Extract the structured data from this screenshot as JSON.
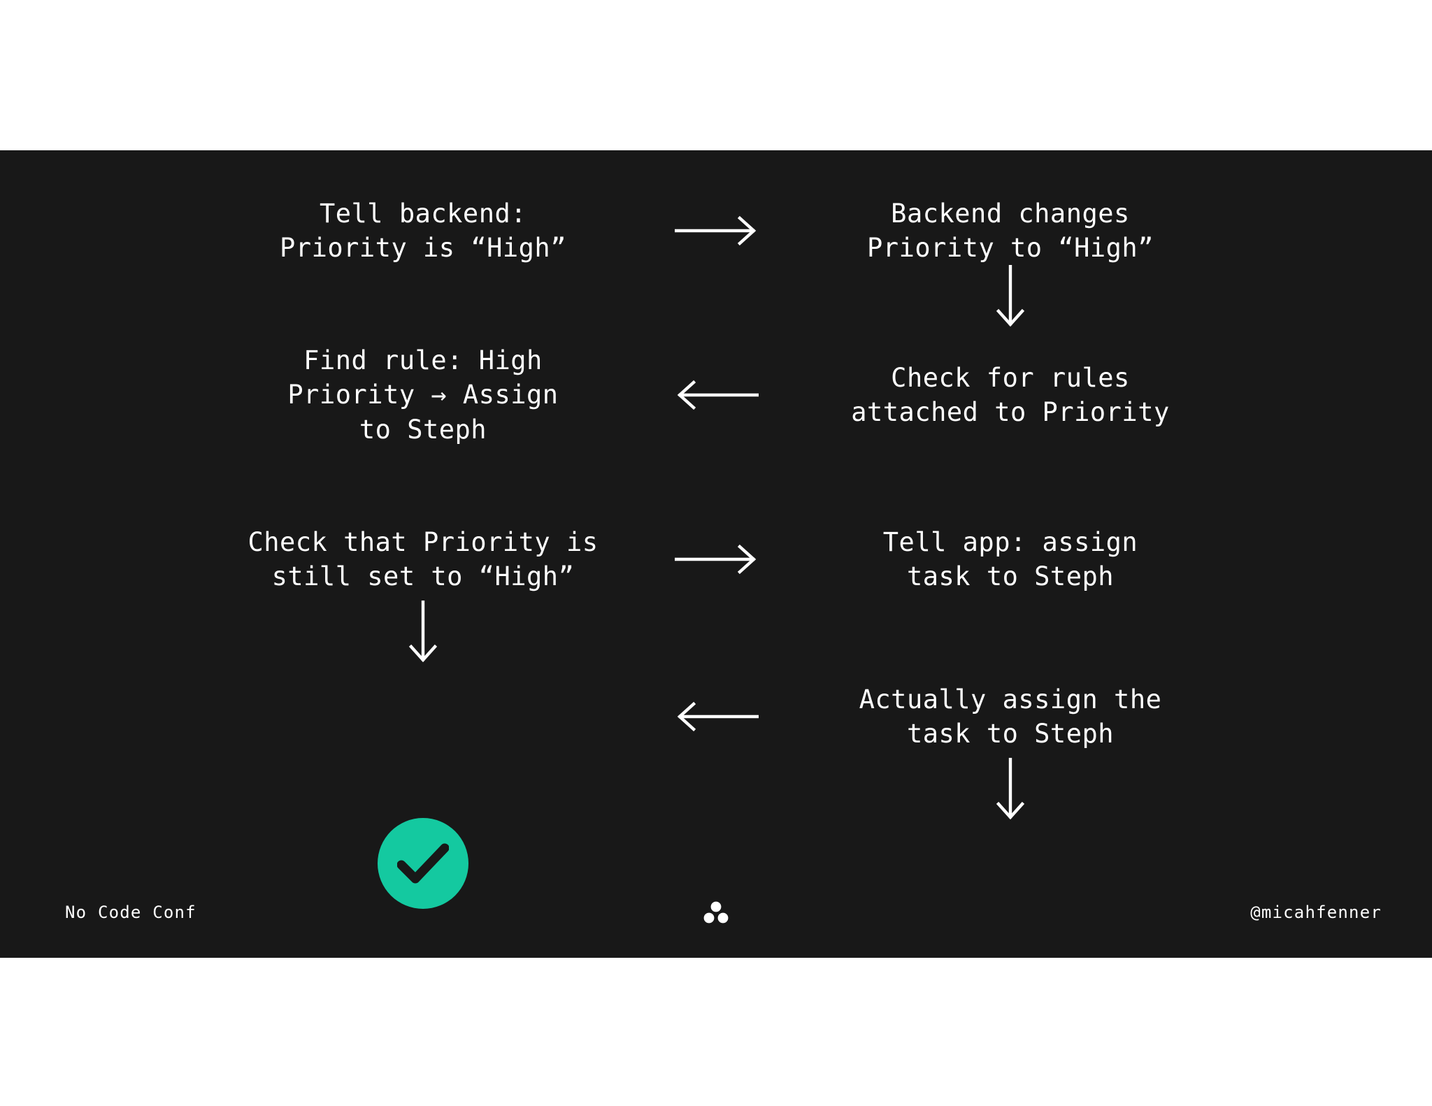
{
  "slide": {
    "background_color": "#181818",
    "page_background_color": "#ffffff",
    "accent_color": "#14c9a0",
    "text_color": "#ffffff"
  },
  "flow": {
    "steps": [
      {
        "id": "step-1",
        "column": "left",
        "text": "Tell backend:\nPriority is “High”"
      },
      {
        "id": "step-2",
        "column": "right",
        "text": "Backend changes\nPriority to “High”"
      },
      {
        "id": "step-3",
        "column": "right",
        "text": "Check for rules\nattached to Priority"
      },
      {
        "id": "step-4",
        "column": "left",
        "text": "Find rule: High\nPriority → Assign\nto Steph"
      },
      {
        "id": "step-5",
        "column": "left",
        "text": "Check that Priority is\nstill set to “High”"
      },
      {
        "id": "step-6",
        "column": "right",
        "text": "Tell app: assign\ntask to Steph"
      },
      {
        "id": "step-7",
        "column": "right",
        "text": "Actually assign the\ntask to Steph"
      }
    ],
    "connectors": [
      {
        "id": "connector-1",
        "icon": "arrow-right-icon",
        "direction": "right"
      },
      {
        "id": "connector-2",
        "icon": "arrow-down-icon",
        "direction": "down"
      },
      {
        "id": "connector-3",
        "icon": "arrow-left-icon",
        "direction": "left"
      },
      {
        "id": "connector-4",
        "icon": "arrow-down-icon",
        "direction": "down"
      },
      {
        "id": "connector-5",
        "icon": "arrow-right-icon",
        "direction": "right"
      },
      {
        "id": "connector-6",
        "icon": "arrow-down-icon",
        "direction": "down"
      },
      {
        "id": "connector-7",
        "icon": "arrow-left-icon",
        "direction": "left"
      }
    ],
    "result": {
      "id": "success-badge",
      "icon": "check-icon",
      "circle_color": "#14c9a0",
      "mark_color": "#181818"
    }
  },
  "footer": {
    "left_label": "No Code Conf",
    "right_label": "@micahfenner",
    "logo_icon": "asana-logo-icon"
  }
}
